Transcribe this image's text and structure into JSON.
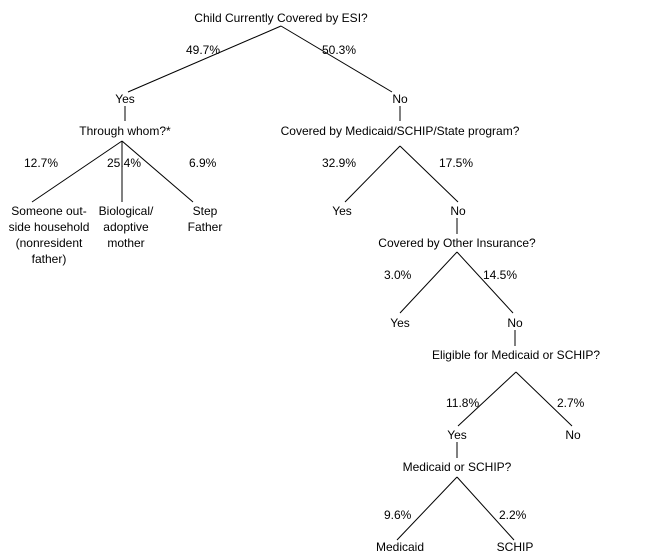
{
  "tree": {
    "root_question": "Child Currently Covered by ESI?",
    "root_yes_pct": "49.7%",
    "root_no_pct": "50.3%",
    "esi_yes": {
      "answer": "Yes",
      "question": "Through whom?*",
      "pct_nonresident": "12.7%",
      "pct_mother": "25.4%",
      "pct_stepfather": "6.9%",
      "leaf_nonresident": "Someone out-\nside household\n(nonresident\nfather)",
      "leaf_mother": "Biological/\nadoptive\nmother",
      "leaf_stepfather": "Step\nFather"
    },
    "esi_no": {
      "answer": "No",
      "question": "Covered by Medicaid/SCHIP/State program?",
      "yes_pct": "32.9%",
      "no_pct": "17.5%",
      "yes_label": "Yes",
      "no_label": "No",
      "other_insurance": {
        "question": "Covered by Other Insurance?",
        "yes_pct": "3.0%",
        "no_pct": "14.5%",
        "yes_label": "Yes",
        "no_label": "No",
        "eligibility": {
          "question": "Eligible for Medicaid or SCHIP?",
          "yes_pct": "11.8%",
          "no_pct": "2.7%",
          "yes_label": "Yes",
          "no_label": "No",
          "program": {
            "question": "Medicaid or SCHIP?",
            "medicaid_pct": "9.6%",
            "schip_pct": "2.2%",
            "medicaid_label": "Medicaid",
            "schip_label": "SCHIP"
          }
        }
      }
    }
  }
}
